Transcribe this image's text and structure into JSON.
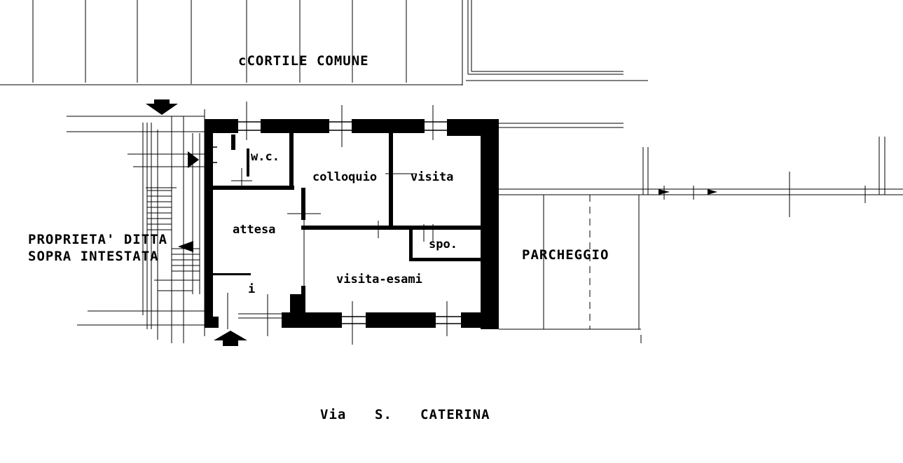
{
  "labels": {
    "cortile": "cCORTILE COMUNE",
    "wc": "w.c.",
    "colloquio": "colloquio",
    "visita": "visita",
    "attesa": "attesa",
    "spo": "spo.",
    "visita_esami": "visita-esami",
    "i": "i",
    "parcheggio": "PARCHEGGIO",
    "proprieta_line1": "PROPRIETA' DITTA",
    "proprieta_line2": "SOPRA INTESTATA",
    "via": "Via",
    "s": "S.",
    "caterina": "CATERINA"
  },
  "colors": {
    "ink": "#000000",
    "paper": "#ffffff"
  }
}
